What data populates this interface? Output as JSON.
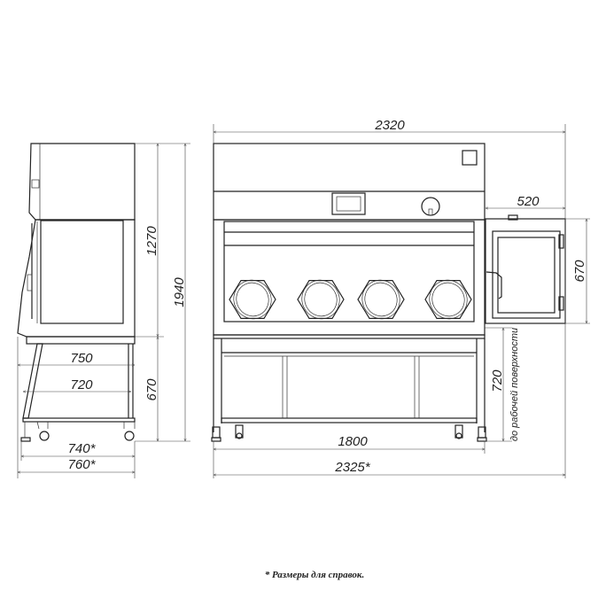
{
  "side_view": {
    "dim_1270": "1270",
    "dim_1940": "1940",
    "dim_670": "670",
    "dim_750": "750",
    "dim_720": "720",
    "dim_740": "740*",
    "dim_760": "760*"
  },
  "front_view": {
    "dim_2320": "2320",
    "dim_520": "520",
    "dim_670": "670",
    "dim_720": "720",
    "dim_720_note": "до рабочей поверхности",
    "dim_1800": "1800",
    "dim_2325": "2325*"
  },
  "footnote": "* Размеры для справок."
}
